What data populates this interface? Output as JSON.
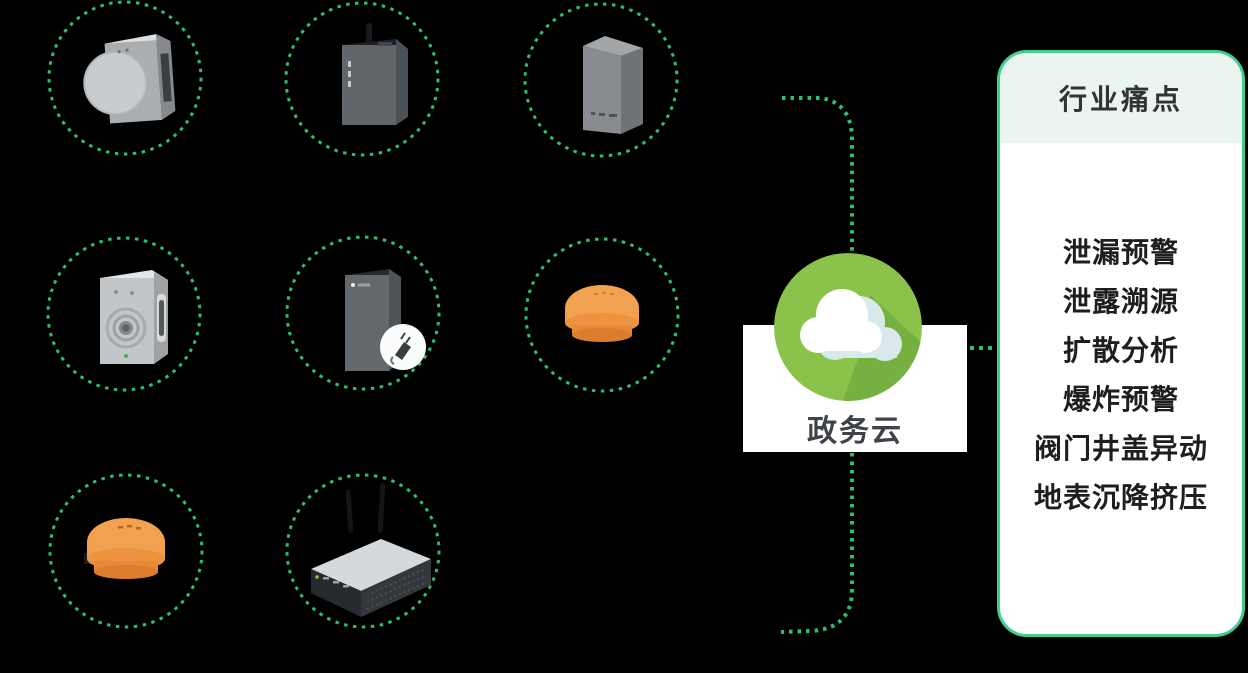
{
  "canvas": {
    "background": "#000000"
  },
  "colors": {
    "dotted_green": "#2cbe6d",
    "panel_border": "#3fd18c",
    "panel_header_bg": "#e9f5ee",
    "cloud_circle_green": "#8bc34a",
    "cloud_shadow_green": "#76b041",
    "cloud_secondary": "#d9e8ea",
    "device_orange": "#f19c49"
  },
  "devices": [
    {
      "icon": "knob-sensor-icon"
    },
    {
      "icon": "antenna-box-sensor-icon"
    },
    {
      "icon": "pillar-sensor-icon"
    },
    {
      "icon": "speaker-sensor-icon"
    },
    {
      "icon": "tower-sensor-with-plug-icon"
    },
    {
      "icon": "orange-puck-sensor-icon"
    },
    {
      "icon": "orange-puck-sensor-with-connector-icon"
    },
    {
      "icon": "gateway-router-icon"
    }
  ],
  "cloud": {
    "icon": "cloud-icon",
    "label": "政务云"
  },
  "panel": {
    "title": "行业痛点",
    "items": [
      "泄漏预警",
      "泄露溯源",
      "扩散分析",
      "爆炸预警",
      "阀门井盖异动",
      "地表沉降挤压"
    ]
  }
}
